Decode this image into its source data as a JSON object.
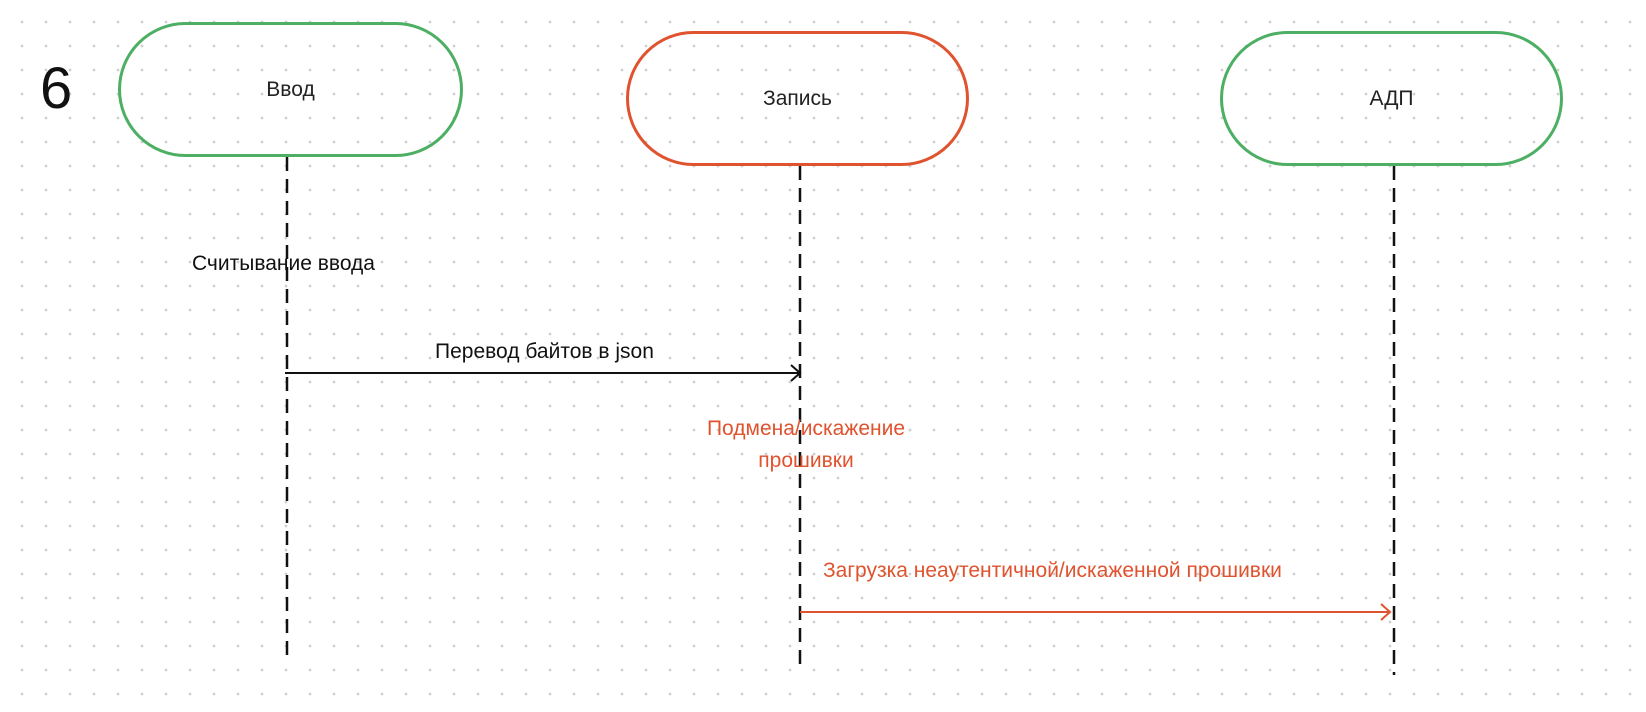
{
  "step_number": "6",
  "colors": {
    "green": "#4caf63",
    "red": "#e0532f",
    "black": "#111111",
    "dots": "#cfcfcf"
  },
  "lanes": [
    {
      "label": "Ввод",
      "color": "green"
    },
    {
      "label": "Запись",
      "color": "red"
    },
    {
      "label": "АДП",
      "color": "green"
    }
  ],
  "notes": [
    {
      "text": "Считывание ввода",
      "color": "black"
    },
    {
      "text_line1": "Подмена/искажение",
      "text_line2": "прошивки",
      "color": "red"
    }
  ],
  "messages": [
    {
      "label": "Перевод байтов в json",
      "from": "Ввод",
      "to": "Запись",
      "color": "black"
    },
    {
      "label": "Загрузка неаутентичной/искаженной прошивки",
      "from": "Запись",
      "to": "АДП",
      "color": "red"
    }
  ]
}
